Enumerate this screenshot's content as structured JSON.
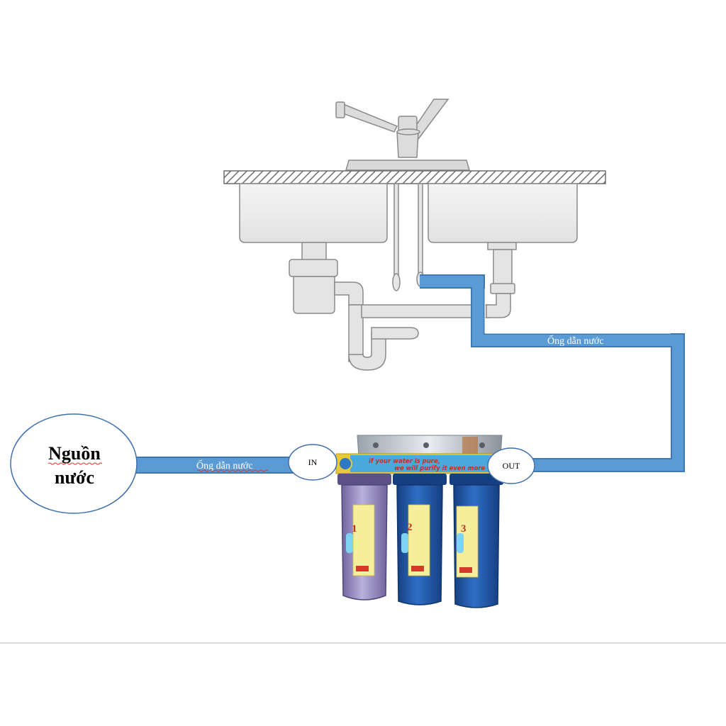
{
  "source_node": {
    "line1": "Nguồn",
    "line2": "nước"
  },
  "inlet": {
    "label": "IN"
  },
  "outlet": {
    "label": "OUT"
  },
  "pipes": {
    "supply_label": "Ống dẫn nước",
    "delivery_label": "Ống dẫn nước"
  },
  "filter_unit": {
    "banner_line1": "if your water is pure,",
    "banner_line2": "we will purify it even more",
    "housings": [
      {
        "number": "1",
        "color": "#8a7fb8"
      },
      {
        "number": "2",
        "color": "#1f5aa8"
      },
      {
        "number": "3",
        "color": "#1f5aa8"
      }
    ]
  },
  "colors": {
    "pipe": "#5b9bd5",
    "pipe_edge": "#3f78ad",
    "node_stroke": "#3f6fae",
    "accent_red": "#c0312b"
  }
}
